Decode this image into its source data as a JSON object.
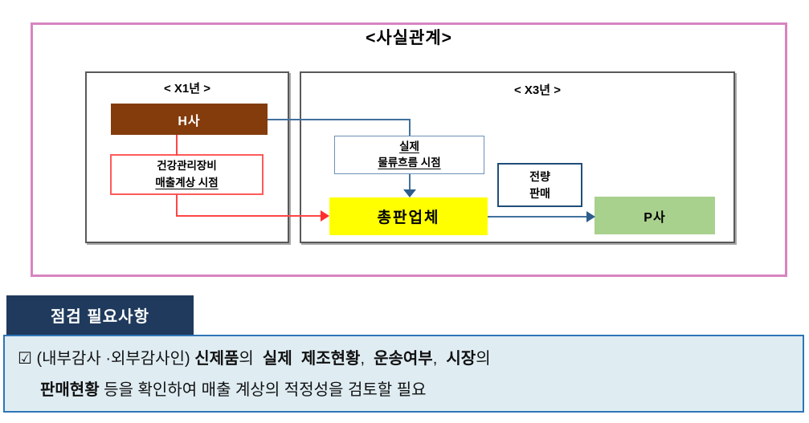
{
  "diagram": {
    "title": "<사실관계>",
    "panel_x1": {
      "label": "< X1년 >",
      "h_company": "H사",
      "note_box": {
        "line1": "건강관리장비",
        "line2": "매출계상 시점"
      }
    },
    "panel_x3": {
      "label": "< X3년 >",
      "logistics_box": {
        "line1": "실제",
        "line2": "물류흐름 시점"
      },
      "distributor": "총판업체",
      "sale_box": {
        "line1": "전량",
        "line2": "판매"
      },
      "p_company": "P사"
    },
    "colors": {
      "frame_pink": "#D884C0",
      "panel_border_gray": "#595959",
      "h_company_brown": "#843C0C",
      "distributor_yellow": "#FFFF00",
      "p_company_green": "#A9D18E",
      "red_connector": "#FF4545",
      "blue_connector": "#41719C",
      "sale_box_border": "#1F4E79"
    }
  },
  "checklist": {
    "header": "점검 필요사항",
    "checkbox_icon": "☑",
    "line1_segments": [
      {
        "t": "☑ ",
        "b": false
      },
      {
        "t": "(내부감사 ·외부감사인) ",
        "b": false
      },
      {
        "t": "신제품",
        "b": true
      },
      {
        "t": "의  ",
        "b": false
      },
      {
        "t": "실제  제조현황",
        "b": true
      },
      {
        "t": ",  ",
        "b": false
      },
      {
        "t": "운송여부",
        "b": true
      },
      {
        "t": ",  ",
        "b": false
      },
      {
        "t": "시장",
        "b": true
      },
      {
        "t": "의",
        "b": false
      }
    ],
    "line2_segments": [
      {
        "t": "판매현황",
        "b": true
      },
      {
        "t": " 등을 확인하여 매출 계상의 적정성을 검토할 필요",
        "b": false
      }
    ],
    "colors": {
      "header_navy": "#1F3A5C",
      "body_background": "#DFEDF3",
      "body_border": "#2E75B6"
    }
  }
}
